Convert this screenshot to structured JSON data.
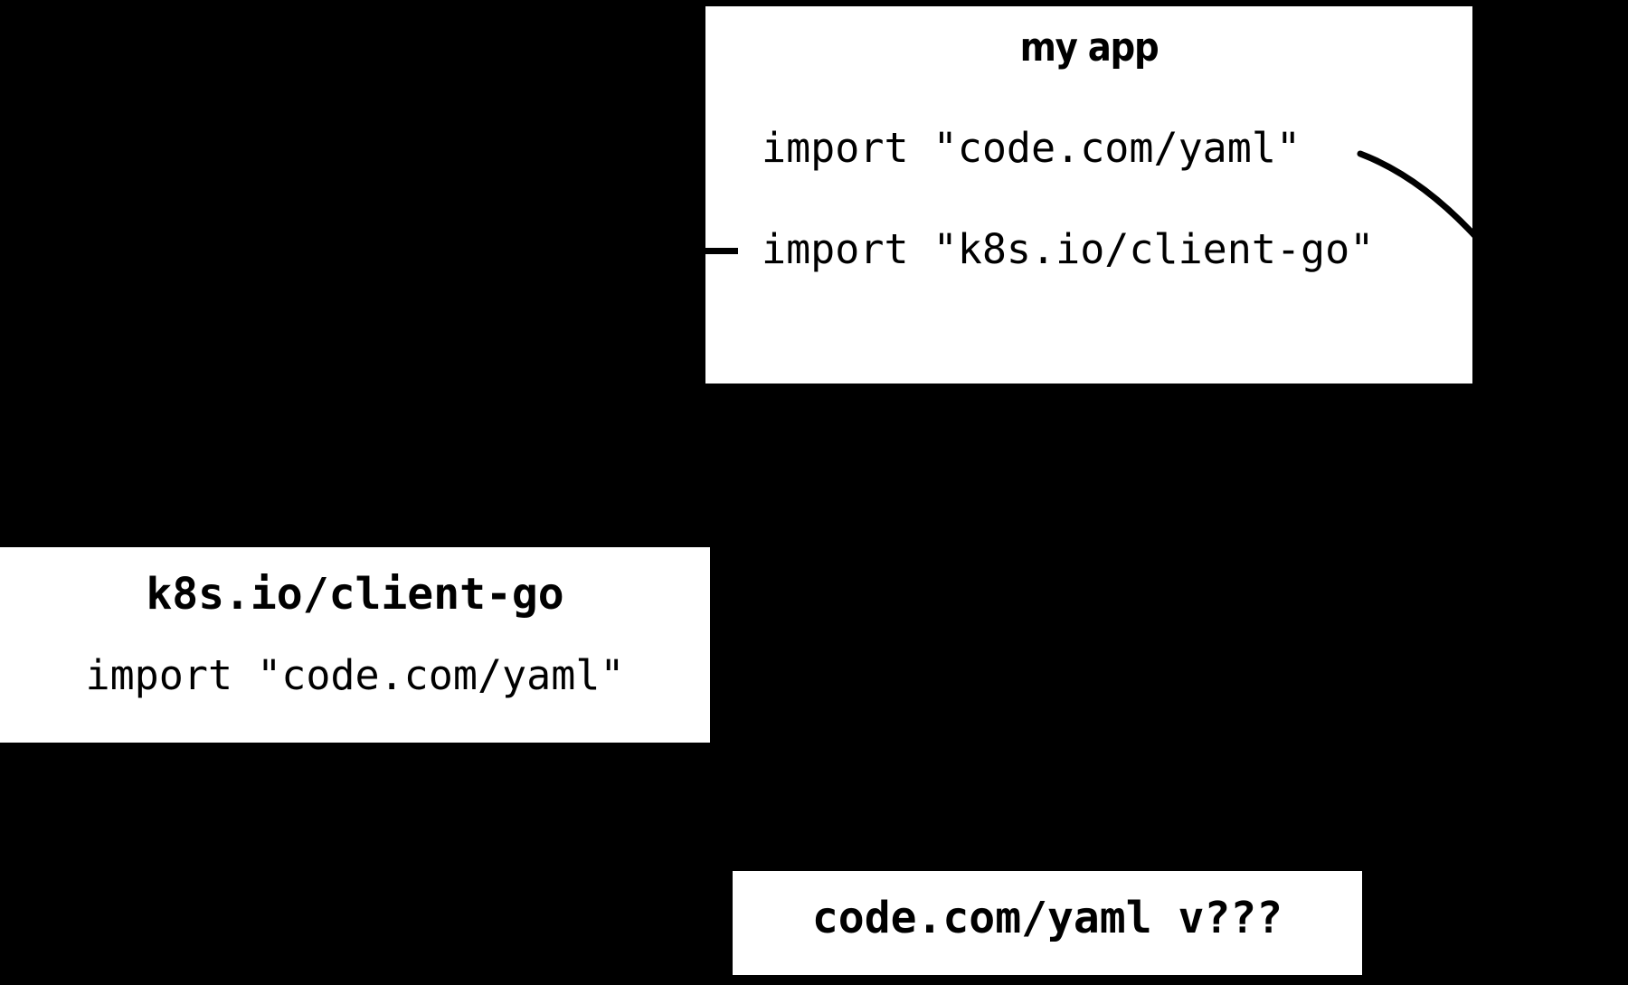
{
  "diagram": {
    "background_color": "#000000",
    "box_color": "#ffffff",
    "text_color": "#000000",
    "nodes": {
      "my_app": {
        "title": "my app",
        "imports": [
          "import \"code.com/yaml\"",
          "import \"k8s.io/client-go\""
        ]
      },
      "client_go": {
        "title": "k8s.io/client-go",
        "imports": [
          "import \"code.com/yaml\""
        ]
      },
      "yaml": {
        "title": "code.com/yaml v???"
      }
    },
    "edges": [
      {
        "label": "",
        "from": "my-app-import-k8s",
        "to": "k8s-io-client-go-box",
        "style": "straight-stub"
      },
      {
        "label": "",
        "from": "my-app-import-yaml",
        "to": "code-com-yaml-box",
        "style": "curve"
      }
    ]
  }
}
